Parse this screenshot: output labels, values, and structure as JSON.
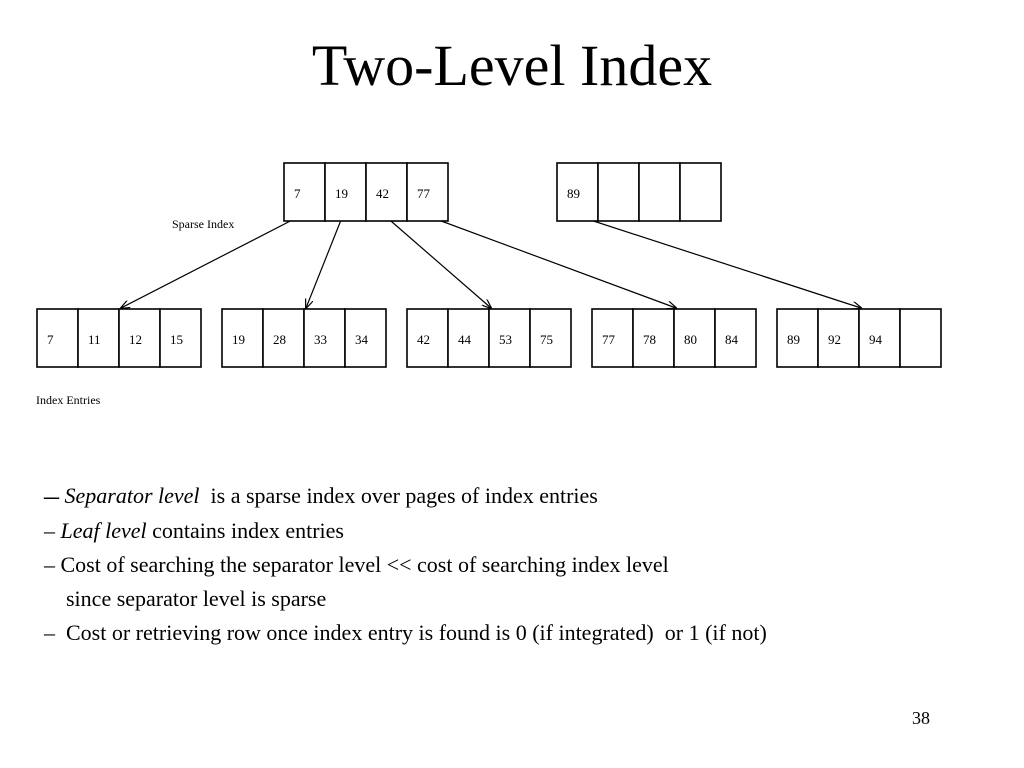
{
  "slide": {
    "title": "Two-Level Index",
    "page_number": "38"
  },
  "diagram": {
    "sparse_index_label": "Sparse Index",
    "index_entries_label": "Index Entries",
    "separator_pages": [
      [
        "7",
        "19",
        "42",
        "77"
      ],
      [
        "89",
        "",
        "",
        ""
      ]
    ],
    "leaf_pages": [
      [
        "7",
        "11",
        "12",
        "15"
      ],
      [
        "19",
        "28",
        "33",
        "34"
      ],
      [
        "42",
        "44",
        "53",
        "75"
      ],
      [
        "77",
        "78",
        "80",
        "84"
      ],
      [
        "89",
        "92",
        "94",
        ""
      ]
    ],
    "pointers": [
      {
        "from_page": 0,
        "from_key": 0,
        "to_leaf": 0
      },
      {
        "from_page": 0,
        "from_key": 1,
        "to_leaf": 1
      },
      {
        "from_page": 0,
        "from_key": 2,
        "to_leaf": 2
      },
      {
        "from_page": 0,
        "from_key": 3,
        "to_leaf": 3
      },
      {
        "from_page": 1,
        "from_key": 0,
        "to_leaf": 4
      }
    ]
  },
  "bullets": {
    "b1_dash": "–",
    "b1_italic": "Separator level",
    "b1_text": "  is a sparse index over pages of index entries",
    "b2_dash": "– ",
    "b2_italic": "Leaf level",
    "b2_text": " contains index entries",
    "b3_line1": "– Cost of searching the separator level << cost of searching index level",
    "b3_line2": "since separator level is sparse",
    "b4_text": "–  Cost or retrieving row once index entry is found is 0 (if integrated)  or 1 (if not)"
  }
}
